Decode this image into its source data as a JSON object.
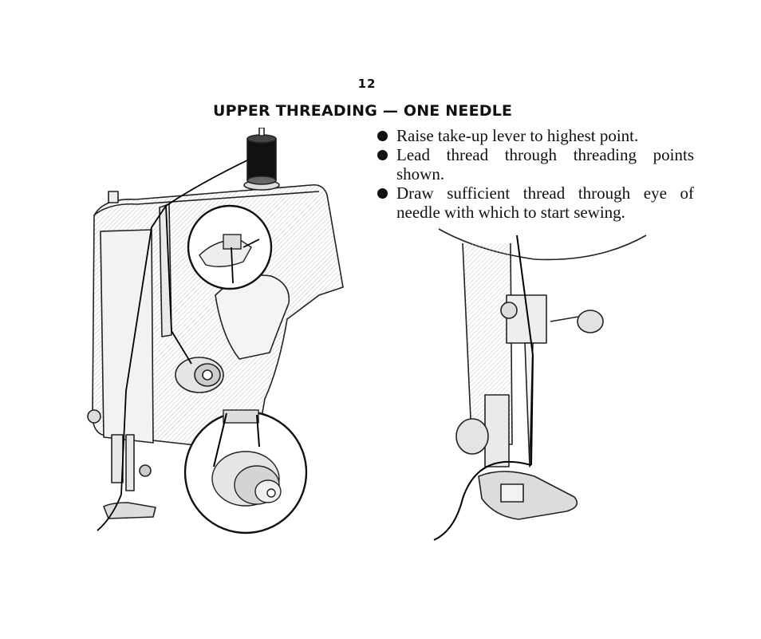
{
  "page": {
    "number": "12",
    "title": "UPPER THREADING — ONE NEEDLE"
  },
  "instructions": [
    {
      "text": "Raise take-up lever to highest point."
    },
    {
      "text": "Lead thread through threading points shown."
    },
    {
      "text": "Draw sufficient thread through eye of needle with which to start sewing."
    }
  ],
  "illustrations": {
    "machine": {
      "icon": "sewing-machine-threading-diagram"
    },
    "needle": {
      "icon": "needle-and-presser-foot-closeup"
    }
  }
}
